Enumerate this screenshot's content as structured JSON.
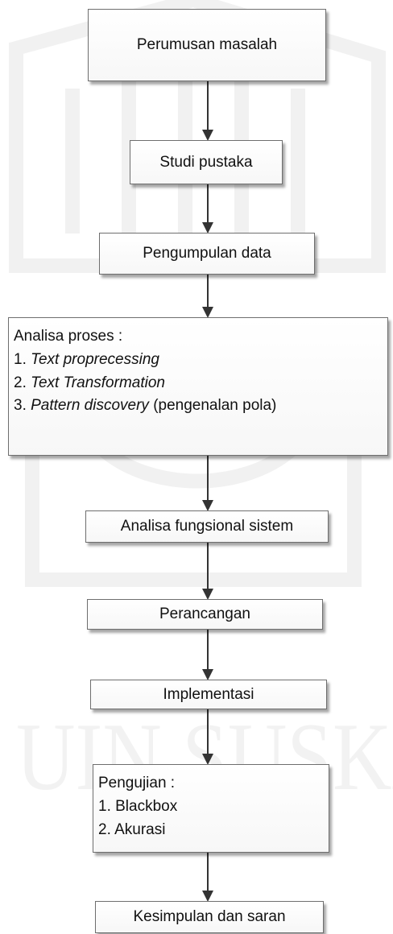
{
  "flowchart": {
    "nodes": {
      "perumusan": {
        "label": "Perumusan masalah"
      },
      "studi": {
        "label": "Studi pustaka"
      },
      "pengumpulan": {
        "label": "Pengumpulan data"
      },
      "analisa_proses": {
        "heading": "Analisa proses :",
        "items": [
          {
            "num": "1. ",
            "term": "Text proprecessing",
            "suffix": ""
          },
          {
            "num": "2. ",
            "term": "Text Transformation",
            "suffix": ""
          },
          {
            "num": "3. ",
            "term": "Pattern discovery",
            "suffix": " (pengenalan pola)"
          }
        ]
      },
      "fungsional": {
        "label": "Analisa fungsional sistem"
      },
      "perancangan": {
        "label": "Perancangan"
      },
      "implementasi": {
        "label": "Implementasi"
      },
      "pengujian": {
        "heading": "Pengujian :",
        "items": [
          {
            "num": "1. ",
            "term": "",
            "suffix": "Blackbox"
          },
          {
            "num": "2. ",
            "term": "",
            "suffix": "Akurasi"
          }
        ]
      },
      "kesimpulan": {
        "label": "Kesimpulan dan saran"
      }
    },
    "edges": [
      [
        "perumusan",
        "studi"
      ],
      [
        "studi",
        "pengumpulan"
      ],
      [
        "pengumpulan",
        "analisa_proses"
      ],
      [
        "analisa_proses",
        "fungsional"
      ],
      [
        "fungsional",
        "perancangan"
      ],
      [
        "perancangan",
        "implementasi"
      ],
      [
        "implementasi",
        "pengujian"
      ],
      [
        "pengujian",
        "kesimpulan"
      ]
    ],
    "watermark_text": "UIN SUSKA"
  }
}
